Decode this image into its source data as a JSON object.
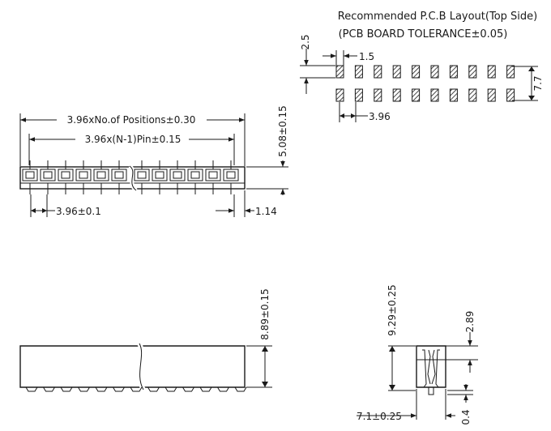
{
  "title": {
    "line1": "Recommended P.C.B Layout(Top Side)",
    "line2": "(PCB BOARD TOLERANCE±0.05)"
  },
  "pcb_layout": {
    "dim_2_5": "2.5",
    "dim_1_5": "1.5",
    "dim_7_7": "7.7",
    "dim_3_96": "3.96"
  },
  "top_view": {
    "overall_width": "3.96xNo.of Positions±0.30",
    "pin_span": "3.96x(N-1)Pin±0.15",
    "pitch": "3.96±0.1",
    "end_offset": "1.14",
    "height": "5.08±0.15"
  },
  "side_view": {
    "height": "8.89±0.15"
  },
  "end_view": {
    "total_height": "9.29±0.25",
    "upper_height": "2.89",
    "width": "7.1±0.25",
    "bottom_offset": "0.4"
  }
}
